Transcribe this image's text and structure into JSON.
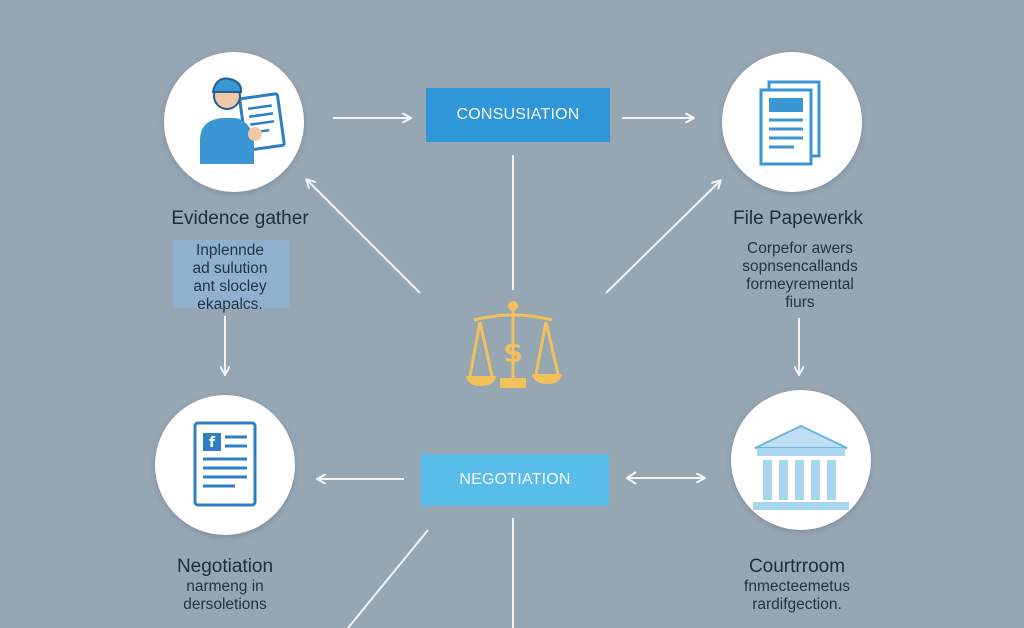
{
  "top_title_fragment": "",
  "consultation": {
    "label": "CONSUSIATION"
  },
  "negotiation_box": {
    "label": "NEGOTIATION"
  },
  "evidence": {
    "title": "Evidence gather",
    "desc": [
      "Inplennde",
      "ad sulution",
      "ant slocley",
      "ekapalcs."
    ]
  },
  "paperwork": {
    "title": "File Papewerkk",
    "desc": [
      "Corpefor awers",
      "sopnsencallands",
      "formeyremental",
      "fiurs"
    ]
  },
  "negotiation_node": {
    "title": "Negotiation",
    "desc": [
      "narmeng in",
      "dersoletions"
    ]
  },
  "courtroom": {
    "title": "Courtrroom",
    "desc": [
      "fnmecteemetus",
      "rardifgection."
    ]
  },
  "scale": {
    "symbol": "$"
  },
  "colors": {
    "background": "#97a6b3",
    "consultation_box": "#2f96d8",
    "negotiation_box": "#58bde8",
    "accent_blue": "#3a97d4",
    "scale_gold": "#f2c15a",
    "arrow": "#f2f5f8"
  }
}
